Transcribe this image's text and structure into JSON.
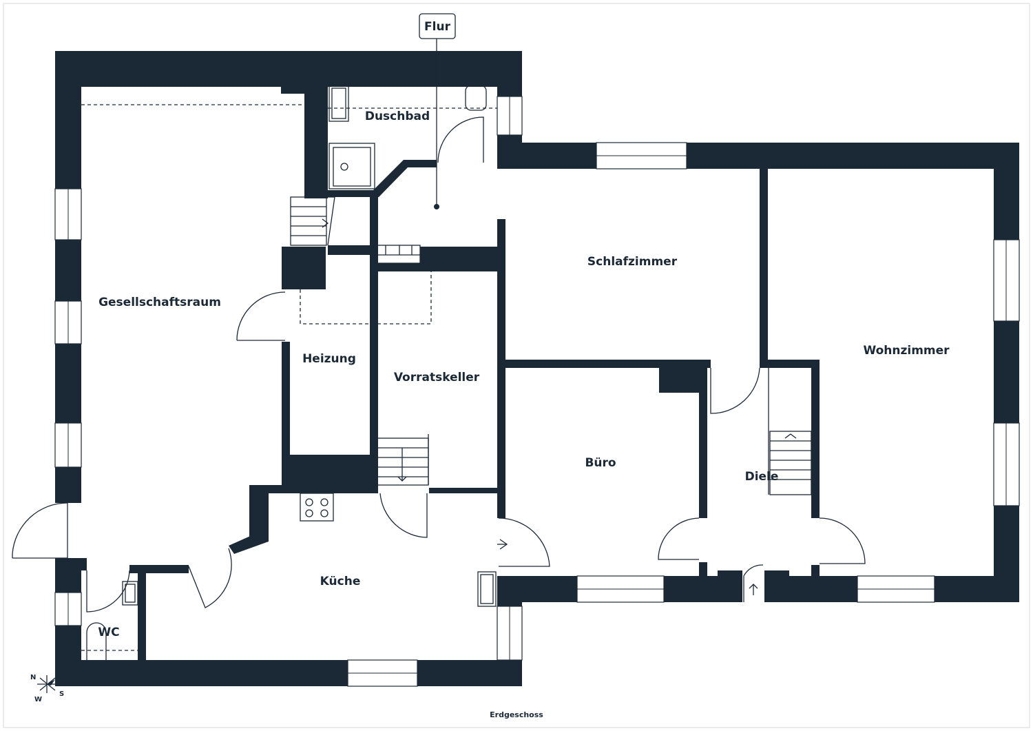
{
  "plan": {
    "level": "Erdgeschoss",
    "rooms": [
      {
        "id": "flur",
        "label": "Flur"
      },
      {
        "id": "duschbad",
        "label": "Duschbad"
      },
      {
        "id": "gesellschaftsraum",
        "label": "Gesellschaftsraum"
      },
      {
        "id": "heizung",
        "label": "Heizung"
      },
      {
        "id": "vorratskeller",
        "label": "Vorratskeller"
      },
      {
        "id": "schlafzimmer",
        "label": "Schlafzimmer"
      },
      {
        "id": "wohnzimmer",
        "label": "Wohnzimmer"
      },
      {
        "id": "buero",
        "label": "Büro"
      },
      {
        "id": "diele",
        "label": "Diele"
      },
      {
        "id": "kueche",
        "label": "Küche"
      },
      {
        "id": "wc",
        "label": "WC"
      }
    ],
    "compass": {
      "n": "N",
      "s": "S",
      "w": "W"
    },
    "colors": {
      "wall": "#1b2836",
      "background": "#ffffff"
    }
  }
}
